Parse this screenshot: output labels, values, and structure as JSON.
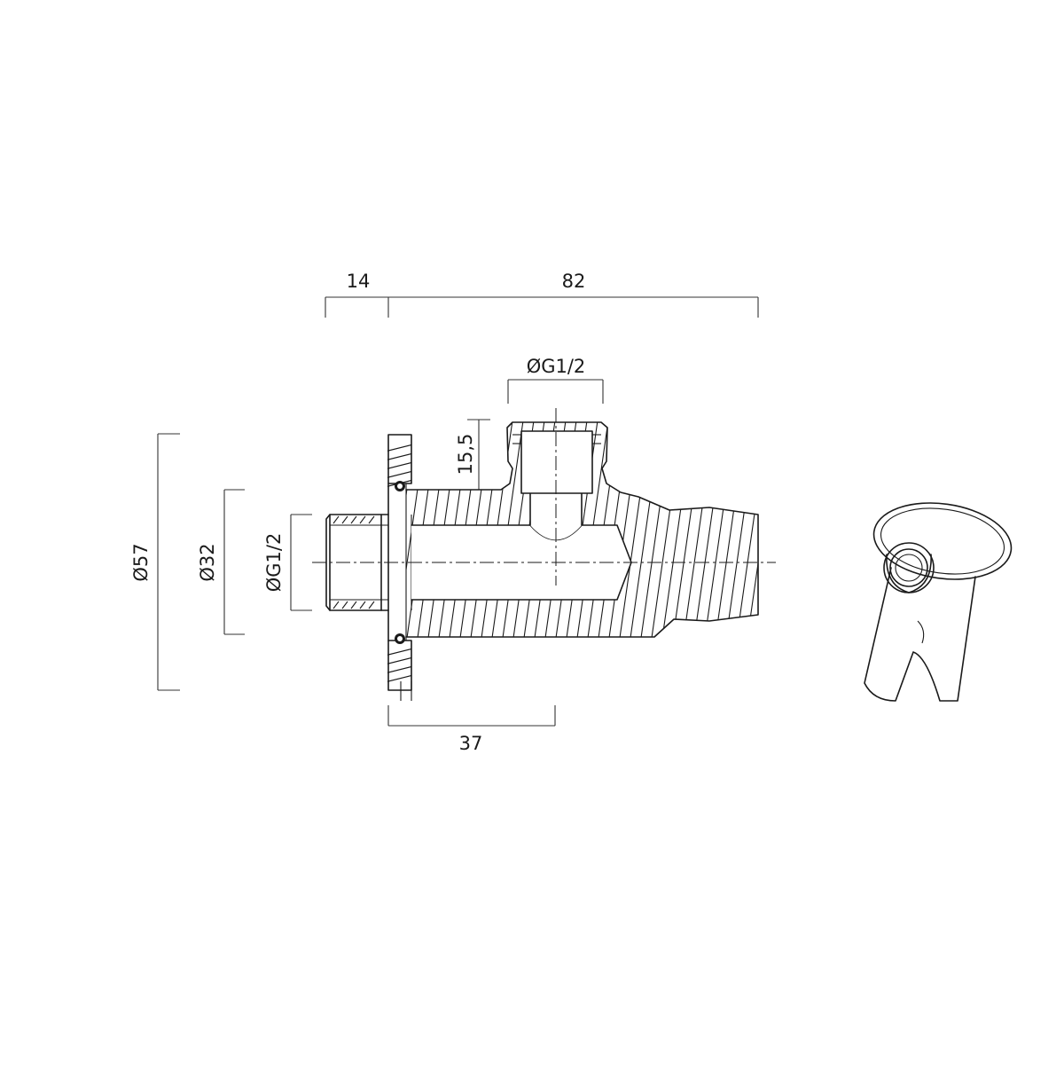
{
  "dimensions": {
    "flange_depth": "14",
    "overall_length": "82",
    "outlet_thread": "ØG1/2",
    "outlet_height": "15,5",
    "inlet_length": "37",
    "flange_diameter": "Ø57",
    "body_diameter": "Ø32",
    "inlet_thread": "ØG1/2"
  },
  "colors": {
    "line": "#1a1a1a",
    "background": "#ffffff"
  }
}
